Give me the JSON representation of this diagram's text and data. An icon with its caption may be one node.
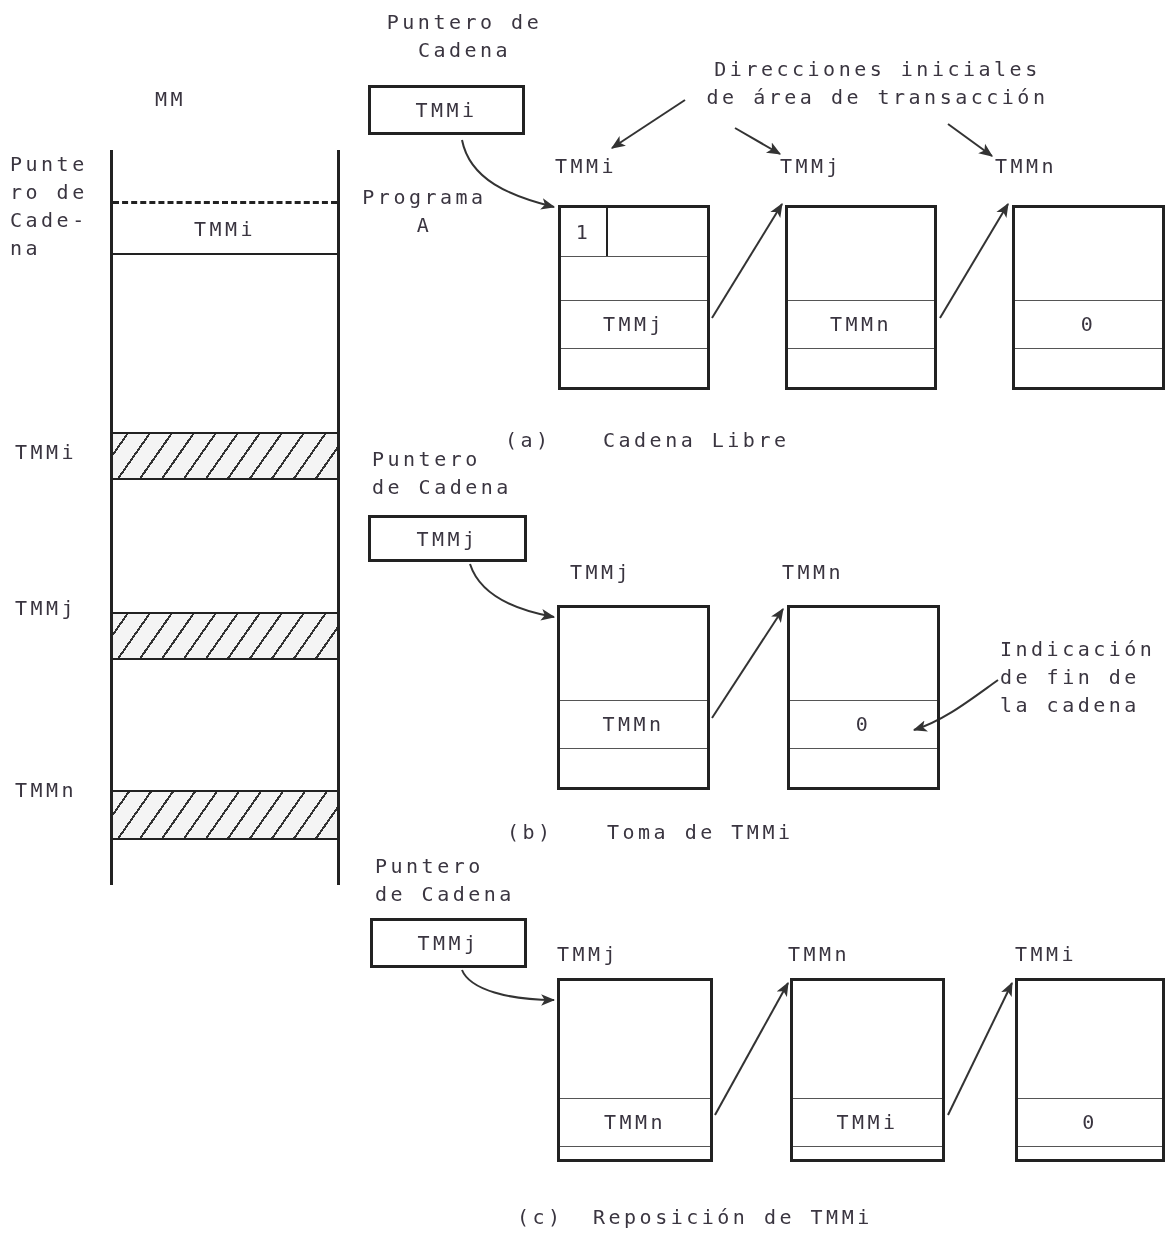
{
  "diagram": {
    "nodes": [
      {
        "text": [
          "MM"
        ]
      },
      {
        "text": [
          "TMMi"
        ],
        "in": 0,
        "beside": [
          "Punte ro de Cade- na"
        ]
      },
      {
        "text": [],
        "shape": "bar",
        "in": 0,
        "beside": [
          "TMMi"
        ]
      },
      {
        "text": [],
        "shape": "bar",
        "in": 0,
        "beside": [
          "TMMj"
        ]
      },
      {
        "text": [],
        "shape": "bar",
        "in": 0,
        "beside": [
          "TMMn"
        ]
      },
      {
        "text": [
          "Puntero de Cadena",
          "TMMi"
        ]
      },
      {
        "text": [
          "TMMi"
        ]
      },
      {
        "text": [
          "1"
        ],
        "in": 6
      },
      {
        "text": [
          "TMMj"
        ],
        "in": 6
      },
      {
        "text": [
          "TMMj"
        ]
      },
      {
        "text": [
          "TMMn"
        ],
        "in": 9
      },
      {
        "text": [
          "TMMn"
        ]
      },
      {
        "text": [
          "0"
        ],
        "in": 11
      },
      {
        "text": [
          "Direcciones iniciales de área de transacción"
        ]
      },
      {
        "text": [
          "Puntero de Cadena",
          "TMMj"
        ]
      },
      {
        "text": [
          "TMMj"
        ]
      },
      {
        "text": [
          "TMMn"
        ],
        "in": 15
      },
      {
        "text": [
          "TMMn"
        ]
      },
      {
        "text": [
          "0"
        ],
        "in": 17
      },
      {
        "text": [
          "Indicación de fin de la cadena"
        ]
      },
      {
        "text": [
          "Puntero de Cadena",
          "TMMj"
        ]
      },
      {
        "text": [
          "TMMj"
        ]
      },
      {
        "text": [
          "TMMn"
        ],
        "in": 21
      },
      {
        "text": [
          "TMMn"
        ]
      },
      {
        "text": [
          "TMMi"
        ],
        "in": 23
      },
      {
        "text": [
          "TMMi"
        ]
      },
      {
        "text": [
          "0"
        ],
        "in": 25
      }
    ],
    "edges": [
      {
        "from": 5,
        "to": 6,
        "arrow": "to"
      },
      {
        "from": 8,
        "to": 9,
        "arrow": "to"
      },
      {
        "from": 10,
        "to": 11,
        "arrow": "to"
      },
      {
        "from": 13,
        "to": 6,
        "arrow": "to"
      },
      {
        "from": 13,
        "to": 9,
        "arrow": "to"
      },
      {
        "from": 13,
        "to": 11,
        "arrow": "to"
      },
      {
        "from": 14,
        "to": 15,
        "arrow": "to"
      },
      {
        "from": 16,
        "to": 17,
        "arrow": "to"
      },
      {
        "from": 19,
        "to": 18,
        "arrow": "to"
      },
      {
        "from": 20,
        "to": 21,
        "arrow": "to"
      },
      {
        "from": 22,
        "to": 23,
        "arrow": "to"
      },
      {
        "from": 24,
        "to": 25,
        "arrow": "to"
      }
    ],
    "labels": [
      "Programa A",
      "(a)",
      "Cadena Libre",
      "(b)",
      "Toma de TMMi",
      "(c)",
      "Reposición de TMMi"
    ]
  }
}
